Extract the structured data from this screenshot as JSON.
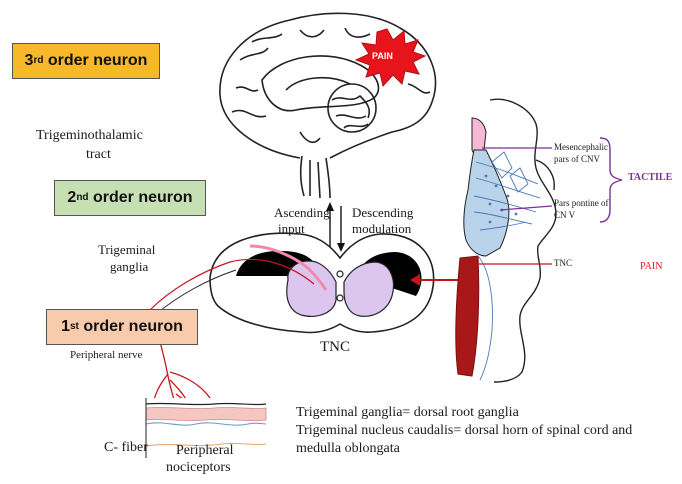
{
  "neurons": {
    "third": {
      "num": "3",
      "suffix": "rd",
      "text": " order neuron",
      "color": "#f7b92a"
    },
    "second": {
      "num": "2",
      "suffix": "nd",
      "text": " order neuron",
      "color": "#c6e0b4"
    },
    "first": {
      "num": "1",
      "suffix": "st",
      "text": " order neuron",
      "color": "#f8cbad"
    }
  },
  "labels": {
    "pain_burst": "PAIN",
    "trigeminothalamic_1": "Trigeminothalamic",
    "trigeminothalamic_2": "tract",
    "ascending_1": "Ascending",
    "ascending_2": "input",
    "descending_1": "Descending",
    "descending_2": "modulation",
    "trigeminal_ganglia_1": "Trigeminal",
    "trigeminal_ganglia_2": "ganglia",
    "tnc_center": "TNC",
    "peripheral_nerve": "Peripheral nerve",
    "c_fiber": "C- fiber",
    "peripheral_nociceptors_1": "Peripheral",
    "peripheral_nociceptors_2": "nociceptors",
    "mesencephalic_1": "Mesencephalic",
    "mesencephalic_2": "pars of CNV",
    "pars_pontine_1": "Pars pontine of",
    "pars_pontine_2": "CN V",
    "tnc_side": "TNC",
    "tactile": "TACTILE",
    "pain_side": "PAIN"
  },
  "notes": {
    "line1": "Trigeminal ganglia= dorsal root ganglia",
    "line2": "Trigeminal nucleus caudalis= dorsal horn of spinal cord and",
    "line3": "medulla oblongata"
  },
  "colors": {
    "pain_red": "#e8141c",
    "tactile_purple": "#7a2f99",
    "tnc_lilac": "#dcc6f0",
    "brainstem_blue": "#b9d3ea",
    "tract_red": "#a81818",
    "nerve_red": "#c4161c",
    "skin_pink": "#f4c7c3"
  }
}
